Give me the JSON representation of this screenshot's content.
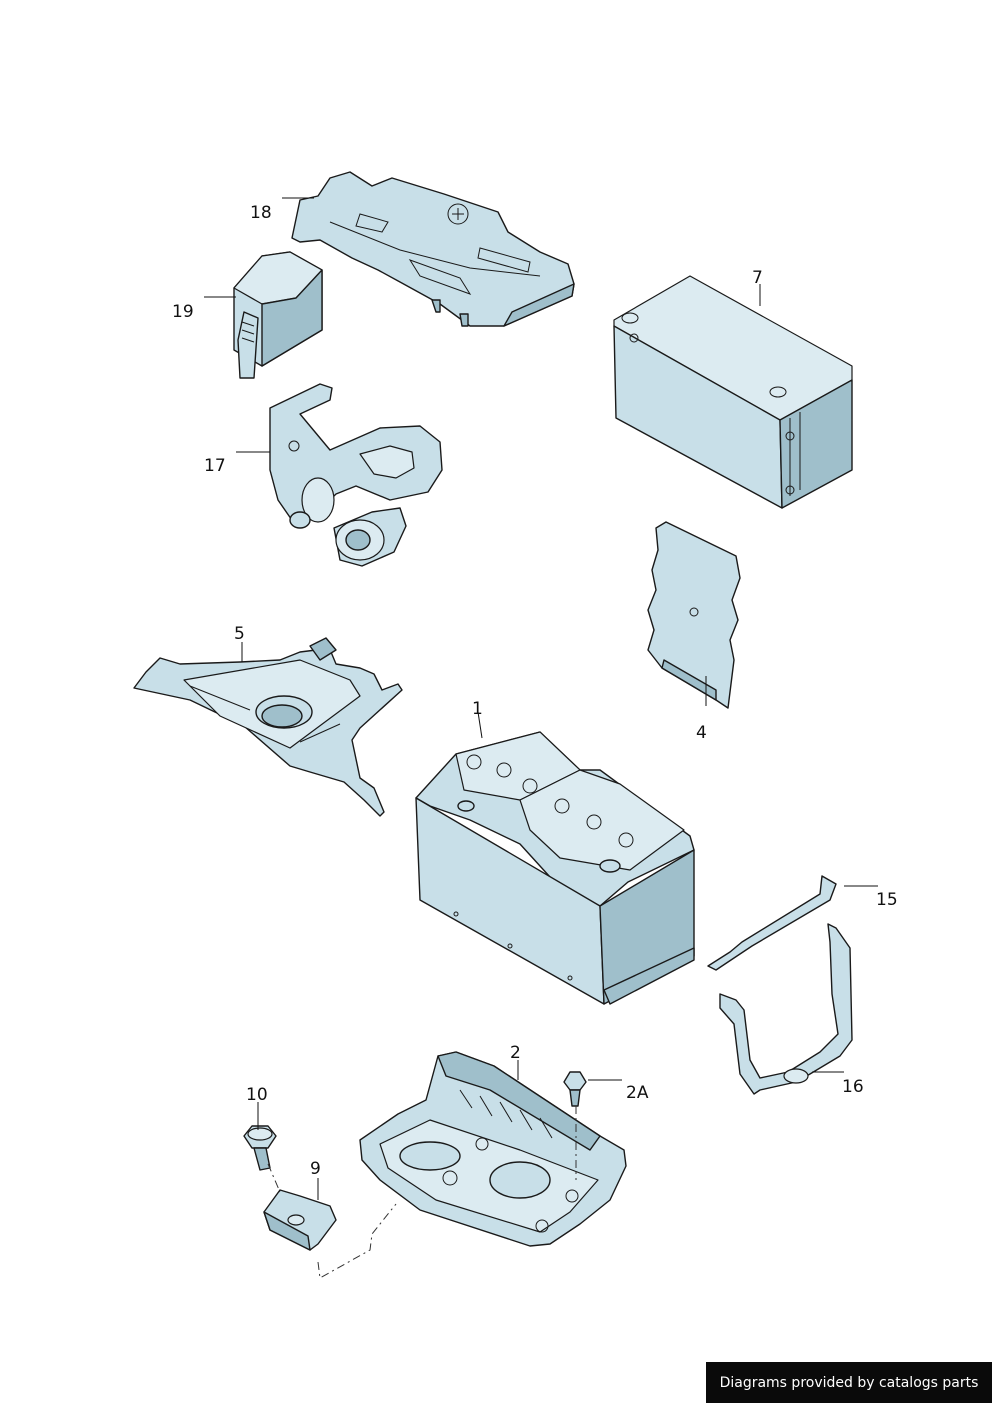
{
  "diagram": {
    "callouts": {
      "c1": "1",
      "c2": "2",
      "c2a": "2A",
      "c4": "4",
      "c5": "5",
      "c7": "7",
      "c9": "9",
      "c10": "10",
      "c15": "15",
      "c16": "16",
      "c17": "17",
      "c18": "18",
      "c19": "19"
    }
  },
  "footer": {
    "credit": "Diagrams provided by catalogs parts"
  },
  "colors": {
    "part_fill": "#c8dfe8",
    "part_shadow": "#9fbfcb",
    "outline": "#1a1a1a",
    "credit_bg": "#0a0a0a",
    "credit_text": "#ffffff"
  }
}
